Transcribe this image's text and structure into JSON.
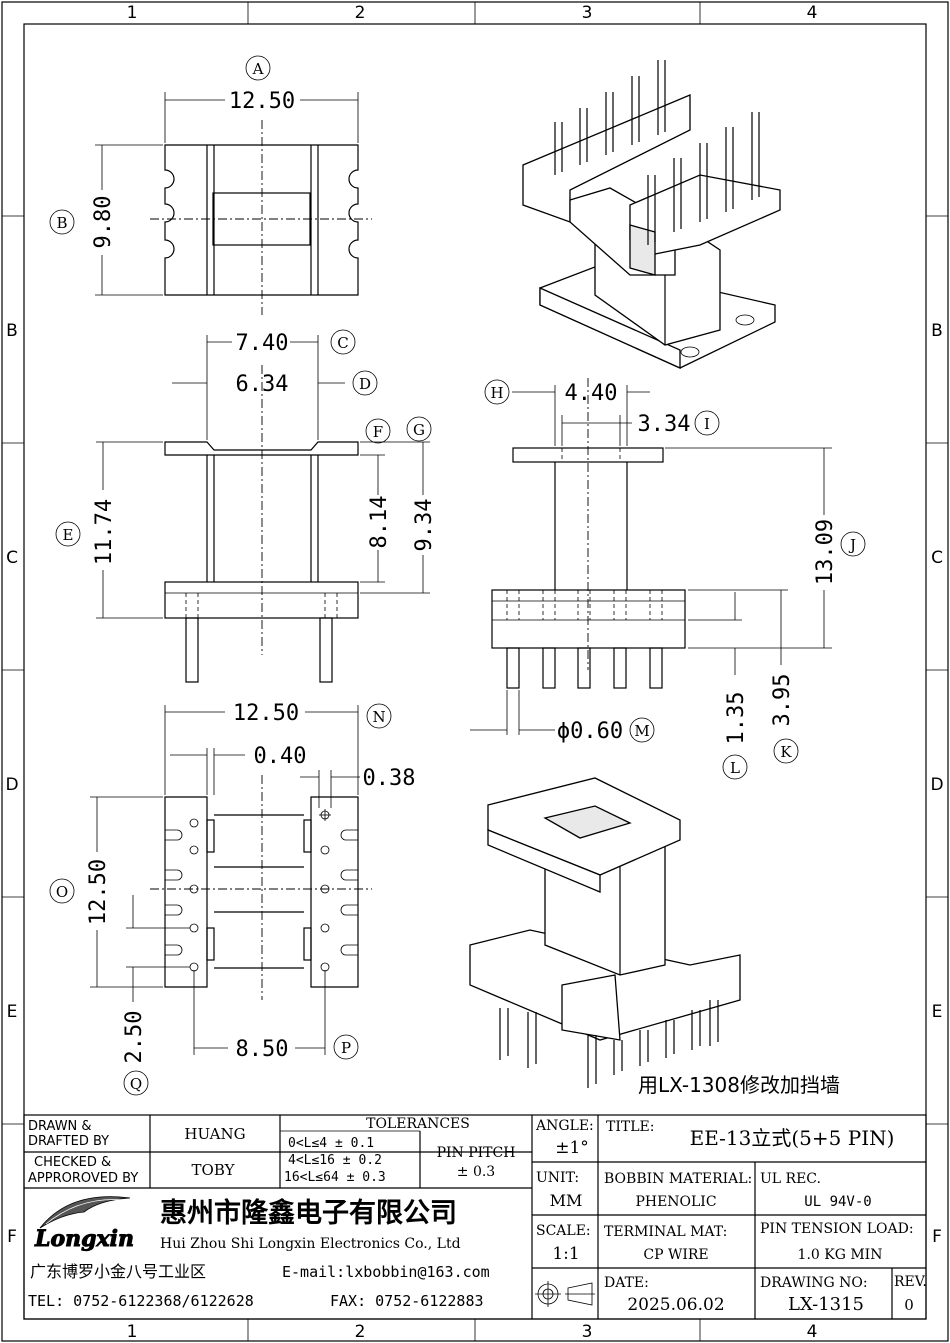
{
  "frame": {
    "col_labels": [
      "1",
      "2",
      "3",
      "4"
    ],
    "row_labels": [
      "B",
      "C",
      "D",
      "E",
      "F"
    ]
  },
  "views": {
    "top": {
      "width": "12.50",
      "depth": "9.80",
      "tag_width": "A",
      "tag_depth": "B"
    },
    "front": {
      "w_top": "7.40",
      "w_inner": "6.34",
      "height": "11.74",
      "h_inner": "8.14",
      "h_mid": "9.34",
      "tags": [
        "C",
        "D",
        "E",
        "F",
        "G"
      ]
    },
    "side": {
      "w_top": "4.40",
      "w_inner": "3.34",
      "height": "13.09",
      "h_base": "3.95",
      "h_pin": "1.35",
      "pin_dia": "ϕ0.60",
      "tags": [
        "H",
        "I",
        "J",
        "K",
        "L",
        "M"
      ]
    },
    "bottom": {
      "width": "12.50",
      "wall": "0.40",
      "pin_w": "0.38",
      "length": "12.50",
      "pitch": "2.50",
      "row_gap": "8.50",
      "tags": [
        "N",
        "O",
        "P",
        "Q"
      ]
    }
  },
  "note": "用LX-1308修改加挡墙",
  "title_block": {
    "drawn_label": "DRAWN &\nDRAFTED BY",
    "drawn_by": "HUANG",
    "checked_label": "CHECKED &\nAPPROROVED BY",
    "checked_by": "TOBY",
    "tolerances_label": "TOLERANCES",
    "tolerances": [
      "0<L≤4  ± 0.1",
      "4<L≤16 ± 0.2",
      "16<L≤64 ± 0.3"
    ],
    "pin_pitch_label": "PIN PITCH",
    "pin_pitch": "± 0.3",
    "angle_label": "ANGLE:",
    "angle": "±1°",
    "title_label": "TITLE:",
    "title": "EE-13立式(5+5 PIN)",
    "unit_label": "UNIT:",
    "unit": "MM",
    "bobbin_label": "BOBBIN MATERIAL:",
    "bobbin": "PHENOLIC",
    "ul_label": "UL REC.",
    "ul": "UL 94V-0",
    "scale_label": "SCALE:",
    "scale": "1:1",
    "terminal_label": "TERMINAL MAT:",
    "terminal": "CP WIRE",
    "tension_label": "PIN TENSION LOAD:",
    "tension": "1.0 KG MIN",
    "date_label": "DATE:",
    "date": "2025.06.02",
    "drawing_label": "DRAWING NO:",
    "drawing": "LX-1315",
    "rev_label": "REV.",
    "rev": "0",
    "logo_text": "Longxin",
    "company_cn": "惠州市隆鑫电子有限公司",
    "company_en": "Hui Zhou Shi Longxin  Electronics Co., Ltd",
    "address": "广东博罗小金八号工业区",
    "email": "E-mail:lxbobbin@163.com",
    "tel": "TEL: 0752-6122368/6122628",
    "fax": "FAX: 0752-6122883"
  }
}
